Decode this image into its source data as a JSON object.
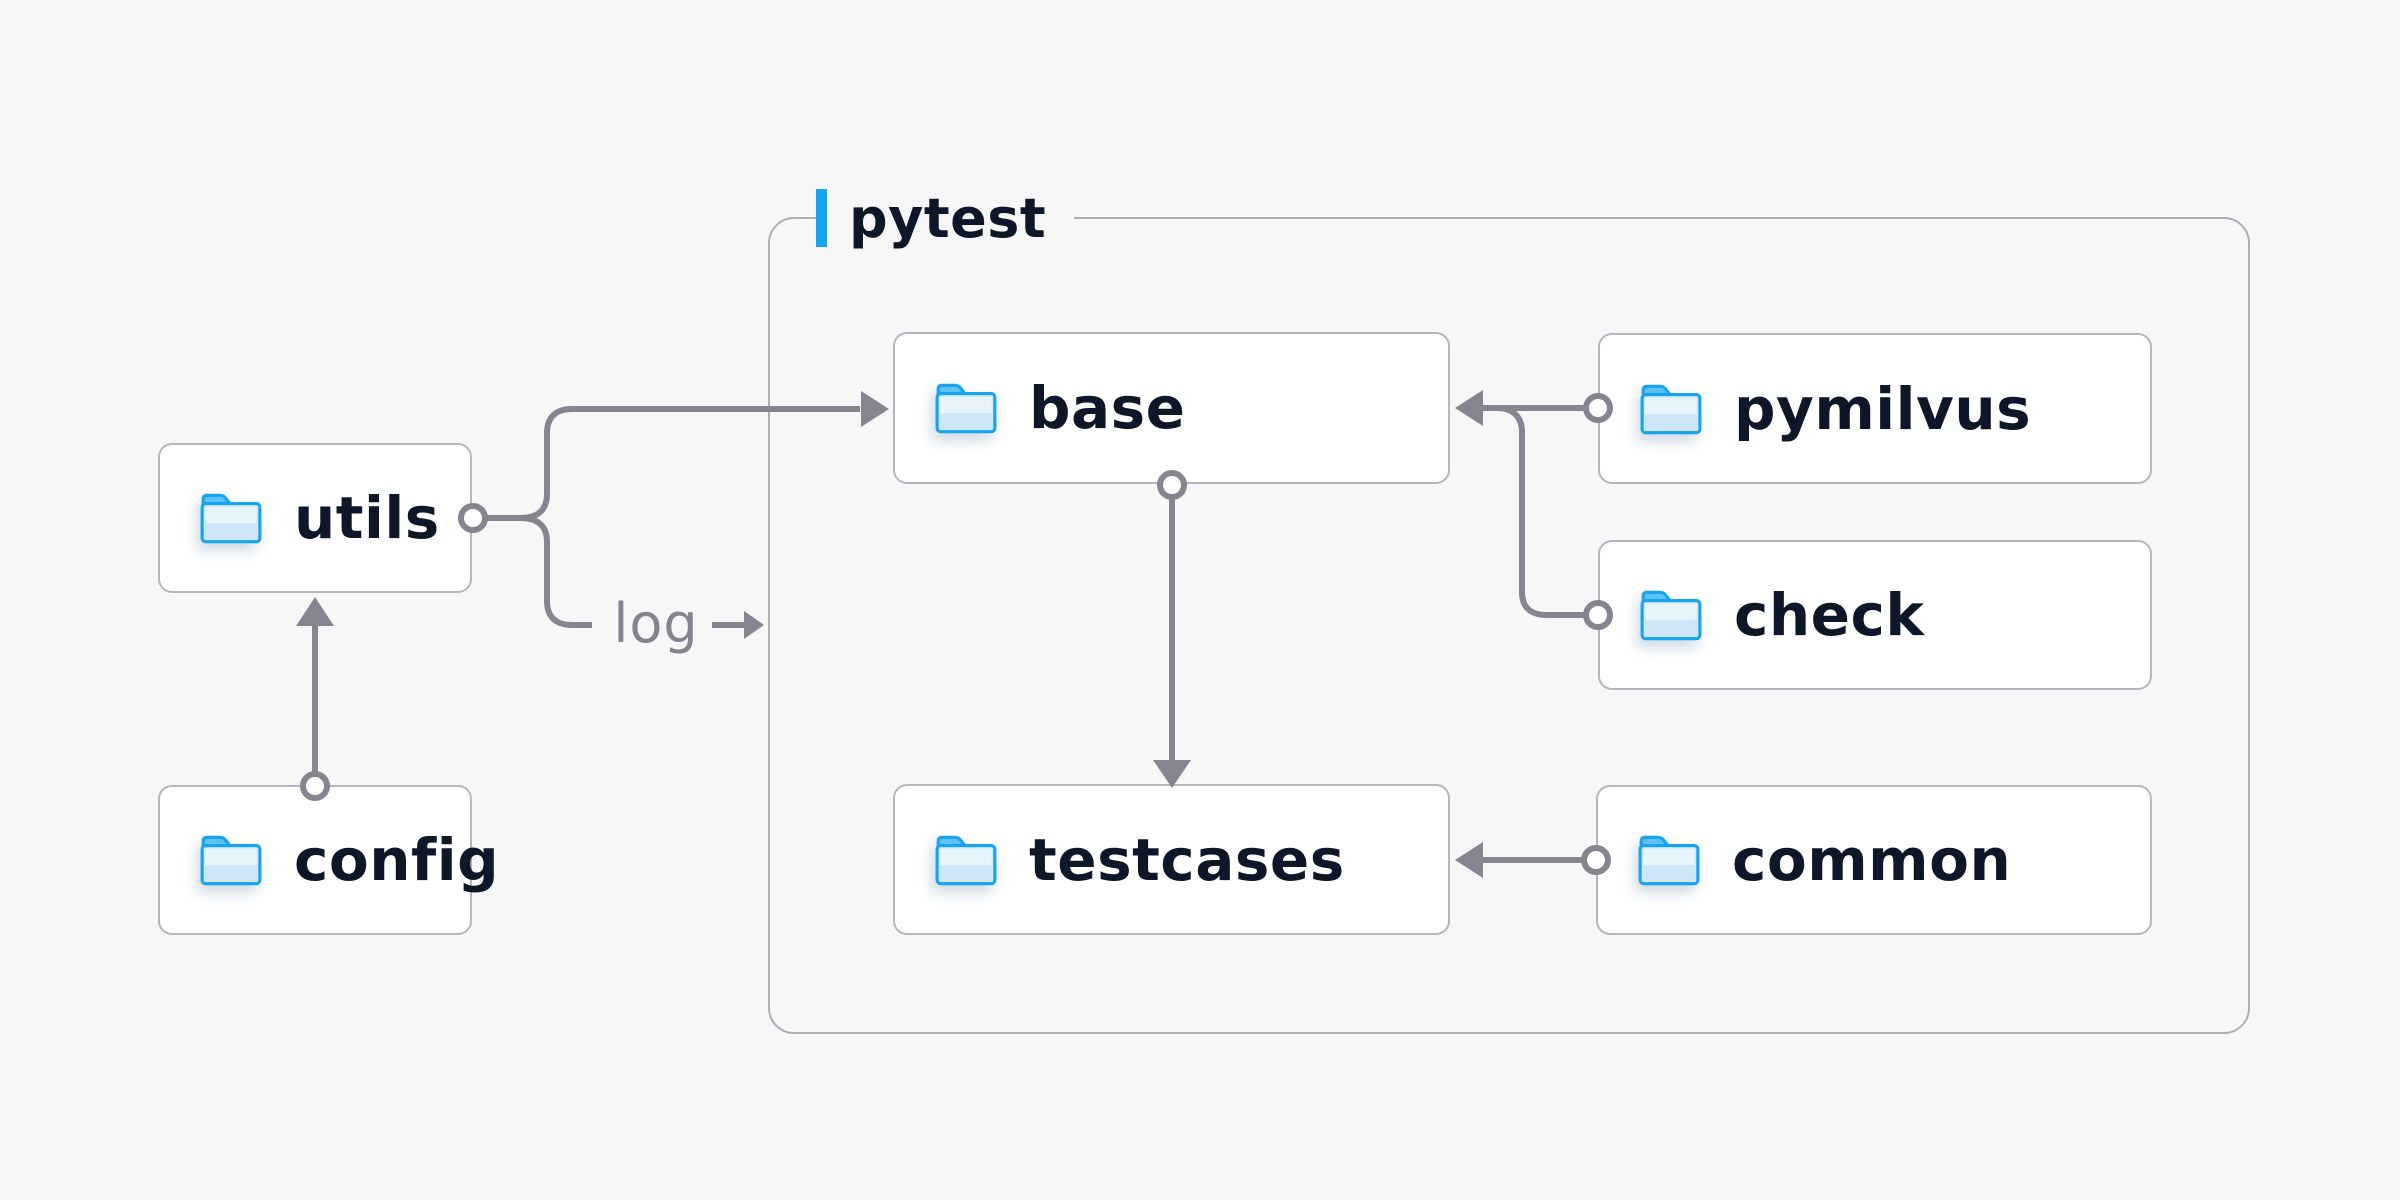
{
  "cluster": {
    "label": "pytest"
  },
  "nodes": {
    "utils": {
      "label": "utils"
    },
    "config": {
      "label": "config"
    },
    "base": {
      "label": "base"
    },
    "testcases": {
      "label": "testcases"
    },
    "pymilvus": {
      "label": "pymilvus"
    },
    "check": {
      "label": "check"
    },
    "common": {
      "label": "common"
    }
  },
  "edges": [
    {
      "from": "config",
      "to": "utils"
    },
    {
      "from": "utils",
      "to": "base"
    },
    {
      "from": "utils",
      "to": "log-output",
      "label": "log"
    },
    {
      "from": "pymilvus",
      "to": "base"
    },
    {
      "from": "check",
      "to": "base"
    },
    {
      "from": "base",
      "to": "testcases"
    },
    {
      "from": "common",
      "to": "testcases"
    }
  ],
  "colors": {
    "background": "#f7f7f8",
    "accent_blue": "#16a5f1",
    "connector_gray": "#85858f",
    "box_border": "#b6b6c0",
    "text_navy": "#0e1728",
    "folder_blue": "#17a3ef"
  }
}
